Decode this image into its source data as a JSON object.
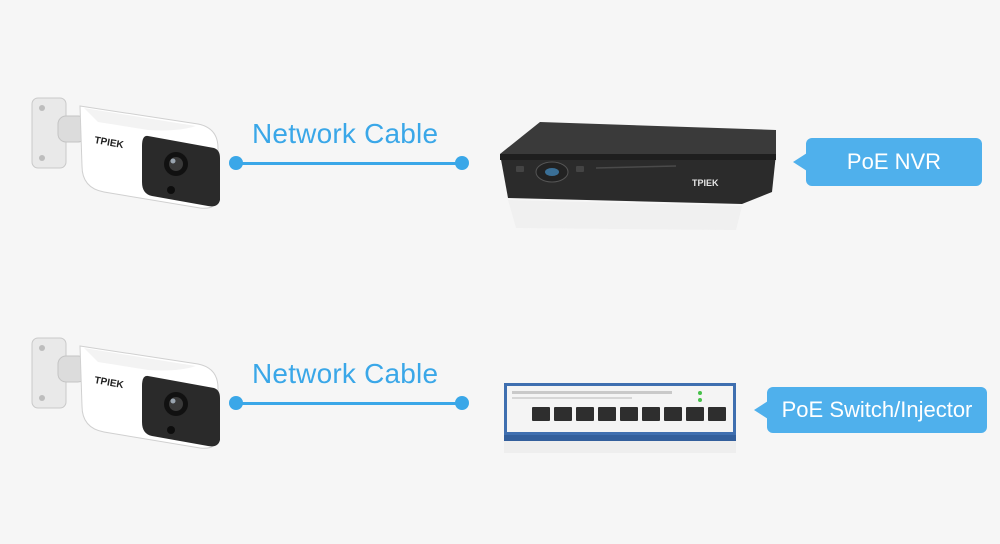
{
  "rows": [
    {
      "cable_label": "Network Cable",
      "device_icon": "nvr-recorder-icon",
      "device_label": "PoE NVR",
      "brand": "TPIEK"
    },
    {
      "cable_label": "Network Cable",
      "device_icon": "poe-switch-icon",
      "device_label": "PoE Switch/Injector",
      "brand": "TPIEK"
    }
  ],
  "colors": {
    "accent": "#3aa7e8",
    "callout": "#4fb0ec",
    "background": "#f6f6f6"
  }
}
